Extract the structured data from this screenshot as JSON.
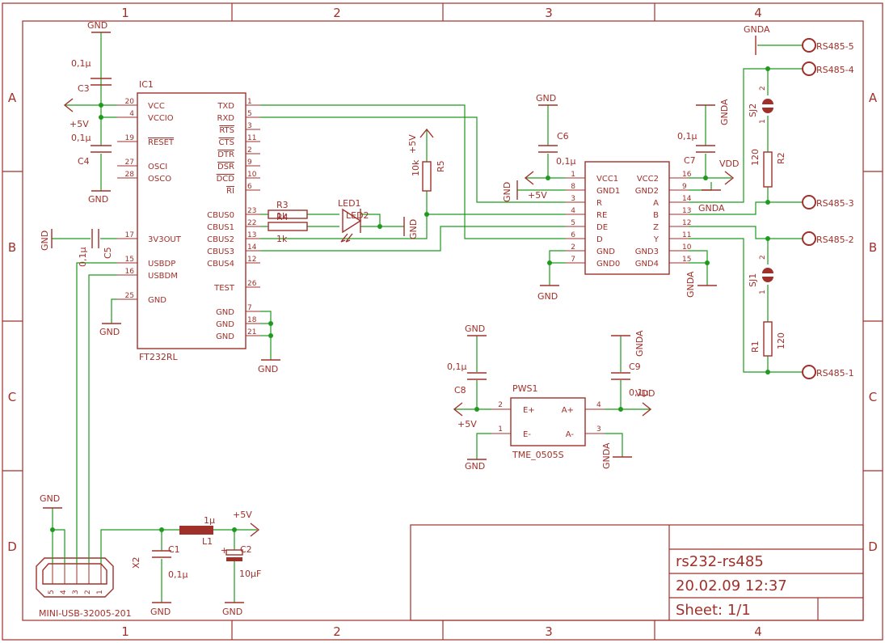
{
  "frame": {
    "columns": [
      "1",
      "2",
      "3",
      "4"
    ],
    "rows": [
      "A",
      "B",
      "C",
      "D"
    ]
  },
  "title_block": {
    "title": "rs232-rs485",
    "date": "20.02.09 12:37",
    "sheet": "Sheet: 1/1"
  },
  "ic1": {
    "name": "IC1",
    "value": "FT232RL",
    "left_pins": [
      {
        "num": "20",
        "name": "VCC"
      },
      {
        "num": "4",
        "name": "VCCIO"
      },
      {
        "num": "19",
        "name": "RESET"
      },
      {
        "num": "27",
        "name": "OSCI"
      },
      {
        "num": "28",
        "name": "OSCO"
      },
      {
        "num": "17",
        "name": "3V3OUT"
      },
      {
        "num": "15",
        "name": "USBDP"
      },
      {
        "num": "16",
        "name": "USBDM"
      },
      {
        "num": "25",
        "name": "GND"
      }
    ],
    "right_pins": [
      {
        "num": "1",
        "name": "TXD"
      },
      {
        "num": "5",
        "name": "RXD"
      },
      {
        "num": "3",
        "name": "RTS"
      },
      {
        "num": "11",
        "name": "CTS"
      },
      {
        "num": "2",
        "name": "DTR"
      },
      {
        "num": "9",
        "name": "DSR"
      },
      {
        "num": "10",
        "name": "DCD"
      },
      {
        "num": "6",
        "name": "RI"
      },
      {
        "num": "23",
        "name": "CBUS0"
      },
      {
        "num": "22",
        "name": "CBUS1"
      },
      {
        "num": "13",
        "name": "CBUS2"
      },
      {
        "num": "14",
        "name": "CBUS3"
      },
      {
        "num": "12",
        "name": "CBUS4"
      },
      {
        "num": "26",
        "name": "TEST"
      },
      {
        "num": "7",
        "name": "GND"
      },
      {
        "num": "18",
        "name": "GND"
      },
      {
        "num": "21",
        "name": "GND"
      }
    ]
  },
  "ic2": {
    "left_pins": [
      {
        "num": "1",
        "name": "VCC1"
      },
      {
        "num": "8",
        "name": "GND1"
      },
      {
        "num": "3",
        "name": "R"
      },
      {
        "num": "4",
        "name": "RE"
      },
      {
        "num": "5",
        "name": "DE"
      },
      {
        "num": "6",
        "name": "D"
      },
      {
        "num": "2",
        "name": "GND"
      },
      {
        "num": "7",
        "name": "GND0"
      }
    ],
    "right_pins": [
      {
        "num": "16",
        "name": "VCC2"
      },
      {
        "num": "9",
        "name": "GND2"
      },
      {
        "num": "14",
        "name": "A"
      },
      {
        "num": "13",
        "name": "B"
      },
      {
        "num": "12",
        "name": "Z"
      },
      {
        "num": "11",
        "name": "Y"
      },
      {
        "num": "10",
        "name": "GND3"
      },
      {
        "num": "15",
        "name": "GND4"
      }
    ]
  },
  "pws1": {
    "name": "PWS1",
    "value": "TME_0505S",
    "pins": [
      {
        "num": "2",
        "name": "E+"
      },
      {
        "num": "1",
        "name": "E-"
      },
      {
        "num": "4",
        "name": "A+"
      },
      {
        "num": "3",
        "name": "A-"
      }
    ]
  },
  "usb": {
    "name": "X2",
    "value": "MINI-USB-32005-201",
    "pins": [
      "5",
      "4",
      "3",
      "2",
      "1"
    ]
  },
  "capacitors": [
    {
      "name": "C1",
      "value": "0,1µ"
    },
    {
      "name": "C2",
      "value": "10µF",
      "polarity": "+"
    },
    {
      "name": "C3",
      "value": "0,1µ"
    },
    {
      "name": "C4",
      "value": "0,1µ"
    },
    {
      "name": "C5",
      "value": "0,1µ"
    },
    {
      "name": "C6",
      "value": "0,1µ"
    },
    {
      "name": "C7",
      "value": "0,1µ"
    },
    {
      "name": "C8",
      "value": "0,1µ"
    },
    {
      "name": "C9",
      "value": "0,1µ"
    }
  ],
  "resistors": [
    {
      "name": "R1",
      "value": "120"
    },
    {
      "name": "R2",
      "value": "120"
    },
    {
      "name": "R3",
      "value": "1k"
    },
    {
      "name": "R4",
      "value": "1k"
    },
    {
      "name": "R5",
      "value": "10k"
    }
  ],
  "inductor": {
    "name": "L1",
    "value": "1µ"
  },
  "leds": {
    "name": "LED1",
    "name2": "LED2"
  },
  "jumpers": [
    {
      "name": "SJ1",
      "pin1": "1",
      "pin2": "2"
    },
    {
      "name": "SJ2",
      "pin1": "1",
      "pin2": "2"
    }
  ],
  "connectors": [
    "RS485-5",
    "RS485-4",
    "RS485-3",
    "RS485-2",
    "RS485-1"
  ],
  "supply_labels": {
    "gnd": "GND",
    "gnda": "GNDA",
    "p5v": "+5V",
    "vdd": "VDD"
  }
}
